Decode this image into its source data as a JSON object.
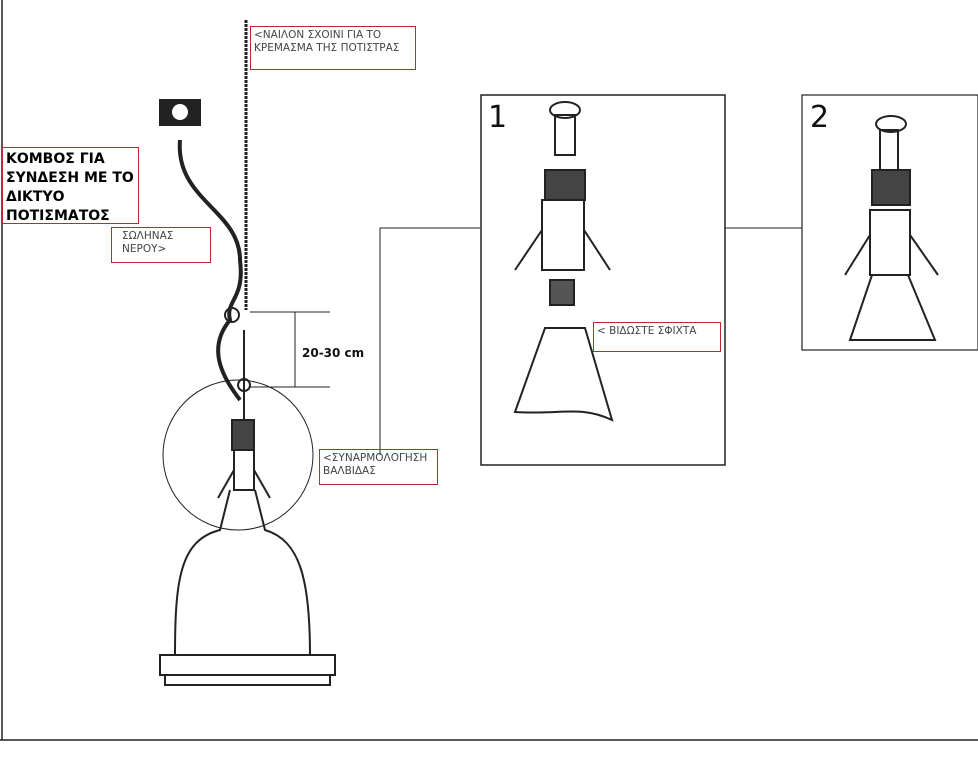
{
  "labels": {
    "rope": "<ΝΑΙΛΟΝ ΣΧΟΙΝΙ ΓΙΑ ΤΟ ΚΡΕΜΑΣΜΑ ΤΗΣ ΠΟΤΙΣΤΡΑΣ",
    "connector": "ΚΟΜΒΟΣ ΓΙΑ ΣΥΝΔΕΣΗ ΜΕ ΤΟ ΔΙΚΤΥΟ ΠΟΤΙΣΜΑΤΟΣ",
    "hose": "ΣΩΛΗΝΑΣ ΝΕΡΟΥ>",
    "distance": "20-30 cm",
    "valve": "<ΣΥΝΑΡΜΟΛΟΓΗΣΗ ΒΑΛΒΙΔΑΣ",
    "tighten": "< ΒΙΔΩΣΤΕ ΣΦΙΧΤΑ"
  },
  "steps": [
    "1",
    "2"
  ]
}
